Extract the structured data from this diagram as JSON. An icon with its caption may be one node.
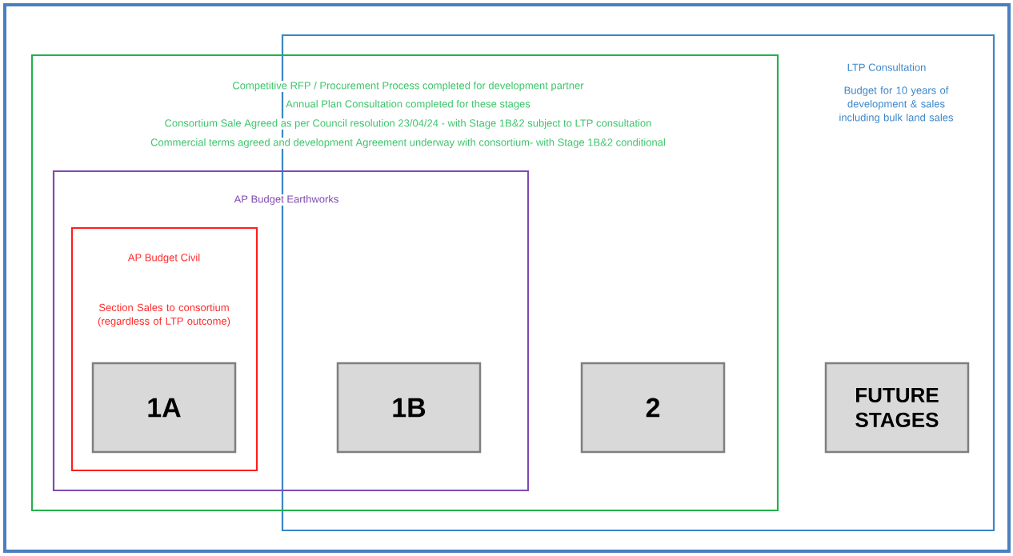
{
  "diagram": {
    "nodes": [
      {
        "text": [
          "LTP Consultation",
          "Budget for 10 years of development & sales including bulk land sales"
        ]
      },
      {
        "text": [
          "Competitive RFP / Procurement Process completed for development partner",
          "Annual Plan Consultation completed for these stages",
          "Consortium Sale Agreed as per Council resolution 23/04/24 - with Stage 1B&2 subject to LTP consultation",
          "Commercial terms agreed and development Agreement underway with consortium- with Stage 1B&2 conditional"
        ]
      },
      {
        "text": [
          "AP Budget Earthworks"
        ],
        "in": 1
      },
      {
        "text": [
          "AP Budget Civil",
          "Section Sales to consortium (regardless of LTP outcome)"
        ],
        "in": 2
      },
      {
        "text": [
          "1A"
        ],
        "in": 3
      },
      {
        "text": [
          "1B"
        ]
      },
      {
        "text": [
          "2"
        ]
      },
      {
        "text": [
          "FUTURE STAGES"
        ],
        "in": 0
      }
    ]
  }
}
